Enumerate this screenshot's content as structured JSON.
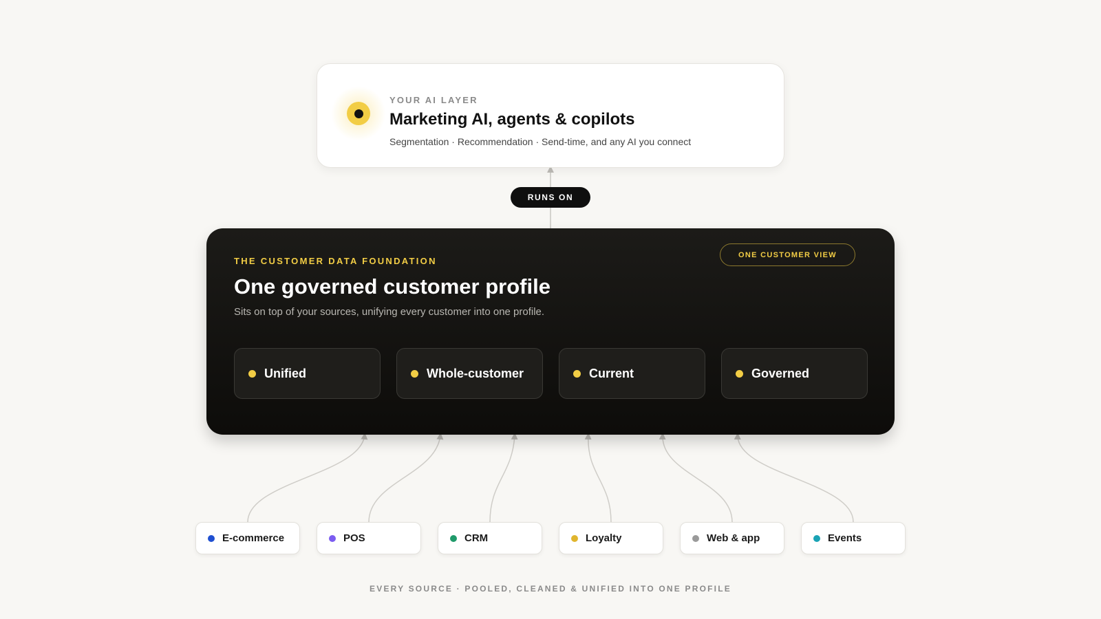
{
  "ai_layer": {
    "eyebrow": "YOUR AI LAYER",
    "title": "Marketing AI, agents & copilots",
    "subtitle": "Segmentation · Recommendation · Send-time, and any AI you connect",
    "icon": "target-dot-icon"
  },
  "connector_label": "RUNS ON",
  "foundation": {
    "eyebrow": "THE CUSTOMER DATA FOUNDATION",
    "title": "One governed customer profile",
    "subtitle": "Sits on top of your sources, unifying every customer into one profile.",
    "badge": "ONE CUSTOMER VIEW",
    "attributes": [
      {
        "label": "Unified"
      },
      {
        "label": "Whole-customer"
      },
      {
        "label": "Current"
      },
      {
        "label": "Governed"
      }
    ]
  },
  "sources": [
    {
      "label": "E-commerce",
      "color": "#1f4fd1"
    },
    {
      "label": "POS",
      "color": "#7b5cf0"
    },
    {
      "label": "CRM",
      "color": "#1f9a6a"
    },
    {
      "label": "Loyalty",
      "color": "#e0b52e"
    },
    {
      "label": "Web & app",
      "color": "#9a9a9a"
    },
    {
      "label": "Events",
      "color": "#1aa3b5"
    }
  ],
  "footer": "EVERY SOURCE · POOLED, CLEANED & UNIFIED INTO ONE PROFILE",
  "colors": {
    "accent": "#f2cd45",
    "background": "#f8f7f4",
    "foundation_bg": "#151412"
  }
}
